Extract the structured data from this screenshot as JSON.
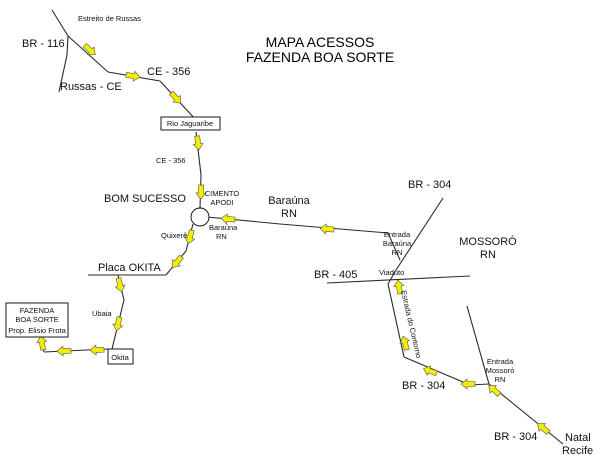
{
  "title": {
    "line1": "MAPA ACESSOS",
    "line2": "FAZENDA BOA SORTE"
  },
  "labels": {
    "estreito": "Estreito de Russas",
    "br116": "BR - 116",
    "russas": "Russas - CE",
    "ce356_top": "CE - 356",
    "rio": "Rio Jaguaribe",
    "ce356_mid": "CE - 356",
    "bom_sucesso": "BOM SUCESSO",
    "cimento1": "CIMENTO",
    "cimento2": "APODI",
    "quixere": "Quixerê",
    "barauna_small1": "Baraúna",
    "barauna_small2": "RN",
    "barauna_big1": "Baraúna",
    "barauna_big2": "RN",
    "placa_okita": "Placa OKITA",
    "ubaia": "Ubaia",
    "okita": "Okita",
    "fazenda1": "FAZENDA",
    "fazenda2": "BOA SORTE",
    "fazenda3": "Prop. Elisio Frota",
    "br304_top": "BR - 304",
    "entrada_barauna1": "Entrada",
    "entrada_barauna2": "Baraúna",
    "entrada_barauna3": "RN",
    "mossoro1": "MOSSORÓ",
    "mossoro2": "RN",
    "br405": "BR - 405",
    "viaduto": "Viaduto",
    "contorno": "Estrada do Contorno",
    "entrada_mossoro1": "Entrada",
    "entrada_mossoro2": "Mossoró",
    "entrada_mossoro3": "RN",
    "br304_mid": "BR - 304",
    "br304_bottom": "BR - 304",
    "natal1": "Natal",
    "natal2": "Recife"
  },
  "colors": {
    "arrow_fill": "#f2ee00",
    "road": "#2a2a2a"
  }
}
